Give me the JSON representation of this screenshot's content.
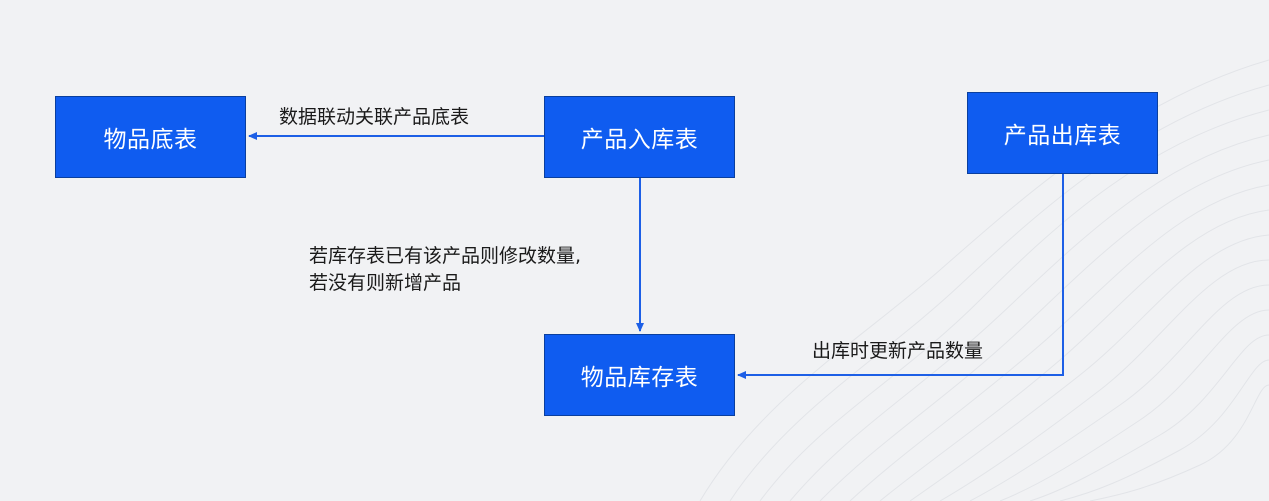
{
  "nodes": {
    "goods_base": "物品底表",
    "inbound": "产品入库表",
    "outbound": "产品出库表",
    "inventory": "物品库存表"
  },
  "edges": {
    "inbound_to_goods": "数据联动关联产品底表",
    "inbound_to_inventory_line1": "若库存表已有该产品则修改数量,",
    "inbound_to_inventory_line2": "若没有则新增产品",
    "outbound_to_inventory": "出库时更新产品数量"
  },
  "colors": {
    "background": "#f1f2f4",
    "node_fill": "#0f5cf0",
    "arrow": "#1d5fe6",
    "label_text": "#1a1a1a"
  }
}
